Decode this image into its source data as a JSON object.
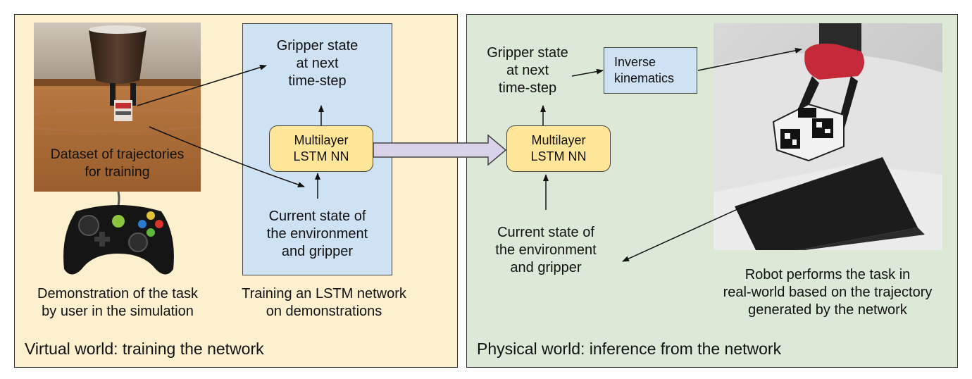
{
  "virtual_panel": {
    "title": "Virtual world: training the network",
    "sim_caption_line1": "Dataset of trajectories",
    "sim_caption_line2": "for training",
    "demo_line1": "Demonstration of the task",
    "demo_line2": "by user in the simulation",
    "gripper_next_line1": "Gripper state",
    "gripper_next_line2": "at next",
    "gripper_next_line3": "time-step",
    "nn_line1": "Multilayer",
    "nn_line2": "LSTM NN",
    "current_state_line1": "Current state of",
    "current_state_line2": "the environment",
    "current_state_line3": "and gripper",
    "training_line1": "Training an LSTM network",
    "training_line2": "on demonstrations"
  },
  "physical_panel": {
    "title": "Physical world: inference from the network",
    "gripper_next_line1": "Gripper state",
    "gripper_next_line2": "at next",
    "gripper_next_line3": "time-step",
    "ik_line1": "Inverse",
    "ik_line2": "kinematics",
    "nn_line1": "Multilayer",
    "nn_line2": "LSTM NN",
    "current_state_line1": "Current state of",
    "current_state_line2": "the environment",
    "current_state_line3": "and gripper",
    "robot_line1": "Robot performs the task in",
    "robot_line2": "real-world based on the trajectory",
    "robot_line3": "generated by the network"
  },
  "colors": {
    "virtual_bg": "#fcf0cf",
    "physical_bg": "#dbe9d6",
    "training_box_bg": "#cfe2f3",
    "nn_box_bg": "#ffe699",
    "big_arrow_fill": "#d9d2e9"
  }
}
